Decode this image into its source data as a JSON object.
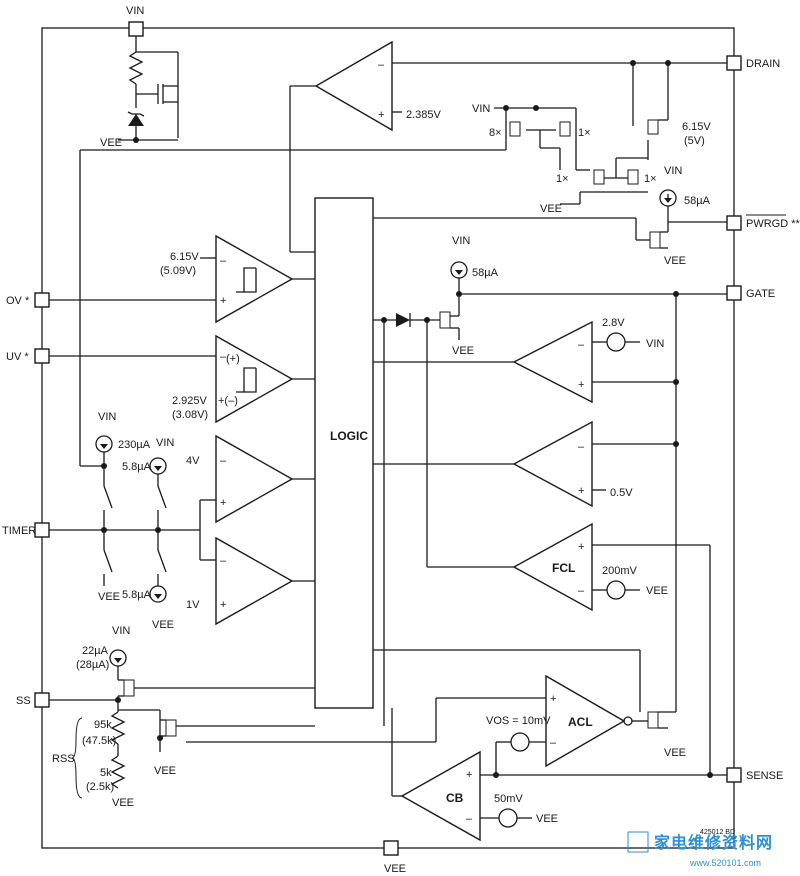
{
  "pins": {
    "vin": "VIN",
    "drain": "DRAIN",
    "pwrgd": "PWRGD **",
    "gate": "GATE",
    "ov": "OV *",
    "uv": "UV *",
    "timer": "TIMER",
    "ss": "SS",
    "sense": "SENSE",
    "vee": "VEE"
  },
  "blocks": {
    "logic": "LOGIC",
    "fcl": "FCL",
    "acl": "ACL",
    "cb": "CB"
  },
  "labels": {
    "v2385": "2.385V",
    "v615a": "6.15V",
    "v509": "(5.09V)",
    "v2925": "2.925V",
    "v308": "(3.08V)",
    "v4": "4V",
    "v1": "1V",
    "v28": "2.8V",
    "v05": "0.5V",
    "mv200": "200mV",
    "mv50": "50mV",
    "vos": "VOS = 10mV",
    "v615b": "6.15V",
    "v5": "(5V)",
    "ua58a": "58µA",
    "ua58b": "58µA",
    "ua230": "230µA",
    "ua58c": "5.8µA",
    "ua58d": "5.8µA",
    "ua22": "22µA",
    "ua28": "(28µA)",
    "r95k": "95k",
    "r475k": "(47.5k)",
    "r5k": "5k",
    "r25k": "(2.5k)",
    "rss": "RSS",
    "m8x": "8×",
    "m1xa": "1×",
    "m1xb": "1×",
    "m1xc": "1×",
    "vin_l": "VIN",
    "vee_l": "VEE",
    "plus": "+",
    "minus": "–",
    "pplus": "(+)",
    "pminus": "(–)",
    "pminus2": "+(–)"
  },
  "watermark": {
    "cn": "家电维修资料网",
    "url": "www.520101.com",
    "code": "425012 BD"
  }
}
